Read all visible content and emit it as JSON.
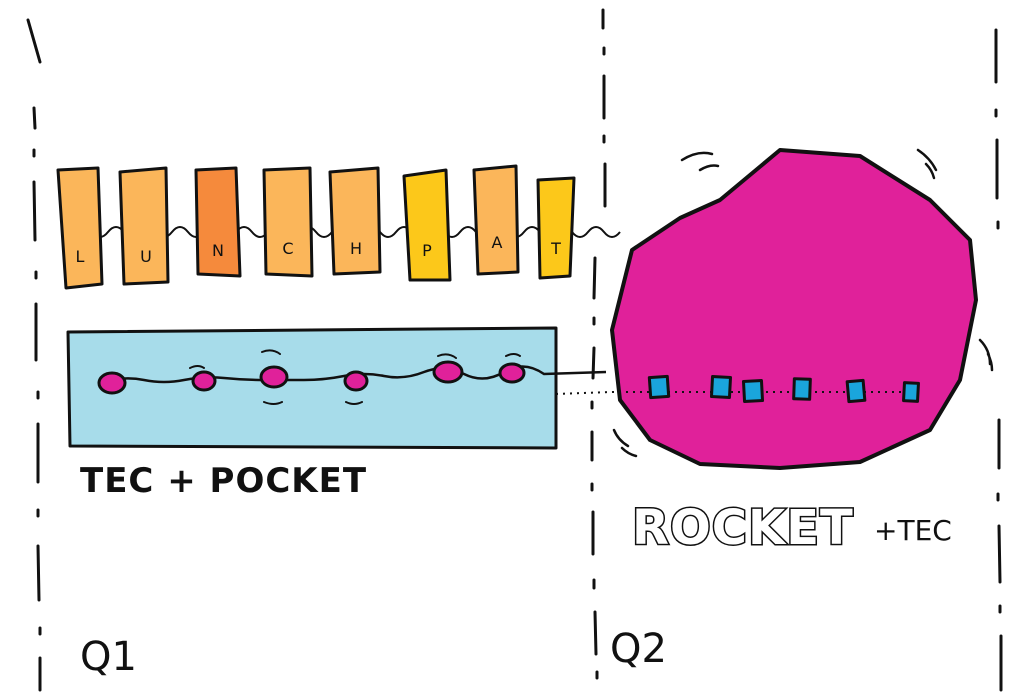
{
  "sprint_tiles": {
    "letters": [
      "L",
      "U",
      "N",
      "C",
      "H",
      "P",
      "A",
      "T"
    ],
    "colors": [
      "#fbb65a",
      "#fbb65a",
      "#f58a3c",
      "#fbb65a",
      "#fbb65a",
      "#fcc81a",
      "#fbb65a",
      "#fcc81a"
    ]
  },
  "tec_pocket": {
    "label": "TEC + POCKET",
    "box_color": "#a7dcea",
    "bead_color": "#e0219a"
  },
  "rocket": {
    "label_main": "ROCKET",
    "label_suffix": "+TEC",
    "blob_color": "#e0219a",
    "square_color": "#1aa5dc"
  },
  "quarters": {
    "q1": "Q1",
    "q2": "Q2"
  }
}
